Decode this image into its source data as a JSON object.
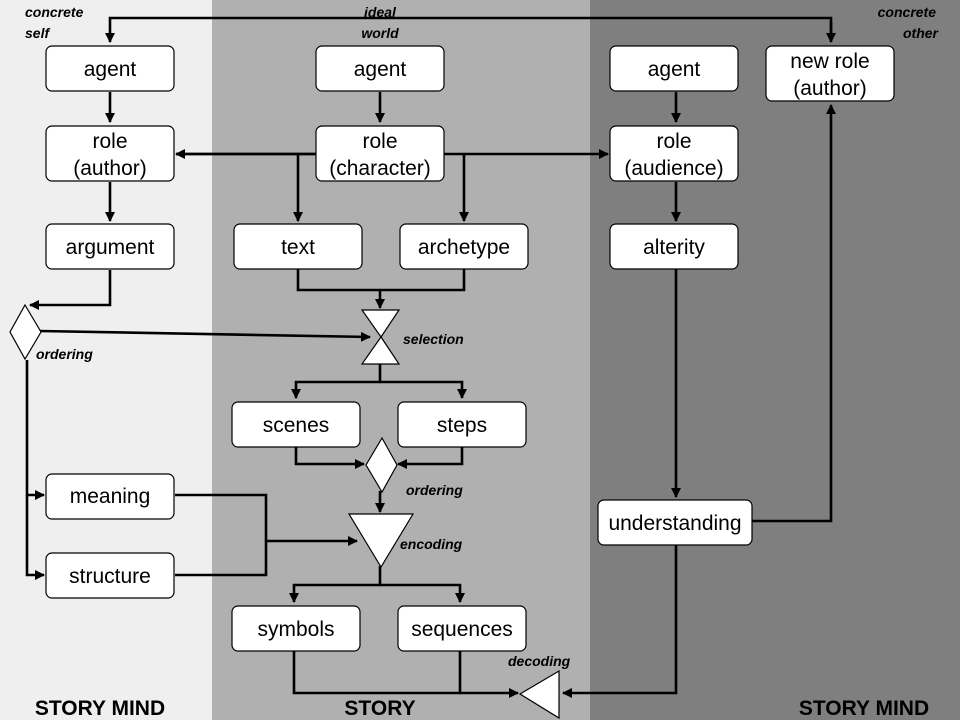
{
  "panels": {
    "left": {
      "label": "STORY MIND",
      "color": "#efefef"
    },
    "middle": {
      "label": "STORY",
      "color": "#b0b0b0"
    },
    "right": {
      "label": "STORY MIND",
      "color": "#7f7f7f"
    }
  },
  "corner_labels": {
    "concrete_self_1": "concrete",
    "concrete_self_2": "self",
    "ideal_world_1": "ideal",
    "ideal_world_2": "world",
    "concrete_other_1": "concrete",
    "concrete_other_2": "other"
  },
  "nodes": {
    "agent_author": "agent",
    "role_author_1": "role",
    "role_author_2": "(author)",
    "argument": "argument",
    "agent_character": "agent",
    "role_character_1": "role",
    "role_character_2": "(character)",
    "text": "text",
    "archetype": "archetype",
    "agent_audience": "agent",
    "role_audience_1": "role",
    "role_audience_2": "(audience)",
    "alterity": "alterity",
    "new_role_1": "new role",
    "new_role_2": "(author)",
    "scenes": "scenes",
    "steps": "steps",
    "meaning": "meaning",
    "structure": "structure",
    "understanding": "understanding",
    "symbols": "symbols",
    "sequences": "sequences"
  },
  "processes": {
    "ordering_left": "ordering",
    "selection": "selection",
    "ordering_mid": "ordering",
    "encoding": "encoding",
    "decoding": "decoding"
  }
}
